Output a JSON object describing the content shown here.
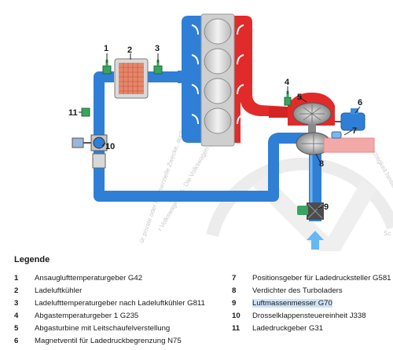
{
  "callouts": [
    "1",
    "2",
    "3",
    "4",
    "5",
    "6",
    "7",
    "8",
    "9",
    "10",
    "11"
  ],
  "watermark": [
    "ür private oder kommerzielle Zwecke, auch",
    "r Volkswagen AG. Die Volkswagen AG übernimmt",
    "Richtigkeit hinsichtlich",
    "Sc"
  ],
  "legend": {
    "title": "Legende",
    "items": [
      {
        "num": "1",
        "text": "Ansauglufttemperaturgeber G42"
      },
      {
        "num": "2",
        "text": "Ladeluftkühler"
      },
      {
        "num": "3",
        "text": "Ladelufttemperaturgeber nach Ladeluftkühler G811"
      },
      {
        "num": "4",
        "text": "Abgastemperaturgeber 1 G235"
      },
      {
        "num": "5",
        "text": "Abgasturbine mit Leitschaufelverstellung"
      },
      {
        "num": "6",
        "text": "Magnetventil für Ladedruckbegrenzung N75"
      },
      {
        "num": "7",
        "text": "Positionsgeber für Ladedrucksteller G581"
      },
      {
        "num": "8",
        "text": "Verdichter des Turboladers"
      },
      {
        "num": "9",
        "text": "Luftmassenmesser G70"
      },
      {
        "num": "10",
        "text": "Drosselklappensteuereinheit J338"
      },
      {
        "num": "11",
        "text": "Ladedruckgeber G31"
      }
    ]
  },
  "colors": {
    "intake_blue": "#2f7fd6",
    "exhaust_red": "#e12a2a",
    "engine_gray": "#d4d4d4",
    "sensor_green": "#3aa360",
    "cooler_orange": "#e8866a"
  }
}
